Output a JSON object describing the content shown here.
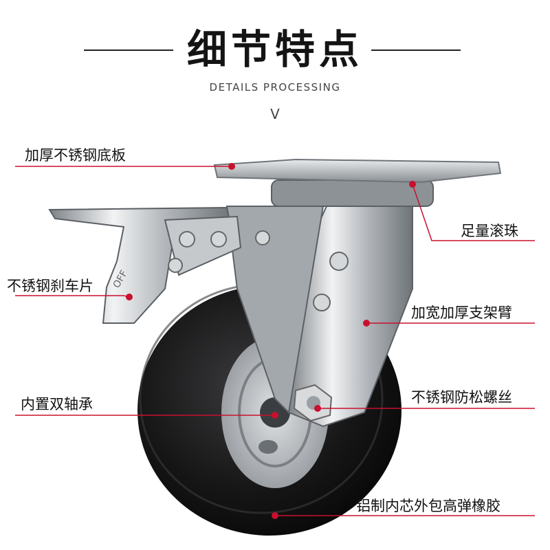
{
  "header": {
    "title": "细节特点",
    "subtitle": "DETAILS PROCESSING",
    "chevron": "V"
  },
  "callouts": [
    {
      "id": "base-plate",
      "text": "加厚不锈钢底板"
    },
    {
      "id": "balls",
      "text": "足量滚珠"
    },
    {
      "id": "brake",
      "text": "不锈钢刹车片"
    },
    {
      "id": "arm",
      "text": "加宽加厚支架臂"
    },
    {
      "id": "bearing",
      "text": "内置双轴承"
    },
    {
      "id": "bolt",
      "text": "不锈钢防松螺丝"
    },
    {
      "id": "tire",
      "text": "铝制内芯外包高弹橡胶"
    }
  ],
  "colors": {
    "leader": "#c8102e",
    "text": "#111111",
    "tire": "#141414",
    "steel": "#c9ccd0",
    "hub": "#9ea3a8"
  },
  "brake_pedal_text": "OFF"
}
